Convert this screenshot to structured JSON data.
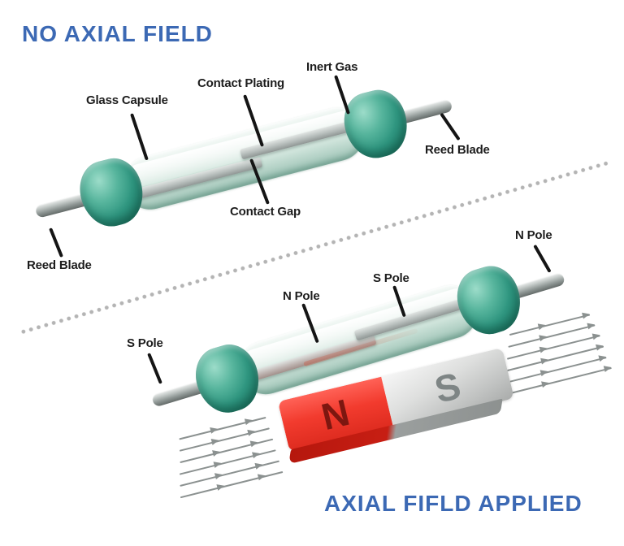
{
  "titles": {
    "top": "NO AXIAL FIELD",
    "bottom": "AXIAL FIFLD APPLIED"
  },
  "labels": {
    "glass_capsule": "Glass Capsule",
    "contact_plating": "Contact Plating",
    "inert_gas": "Inert Gas",
    "reed_blade_right": "Reed Blade",
    "contact_gap": "Contact Gap",
    "reed_blade_left": "Reed Blade",
    "s_pole_left": "S Pole",
    "n_pole_middle": "N Pole",
    "s_pole_middle": "S Pole",
    "n_pole_right": "N Pole"
  },
  "magnet": {
    "north_label": "N",
    "south_label": "S"
  },
  "colors": {
    "title_blue": "#3c69b4",
    "label_black": "#1d1d1d",
    "seal_teal": "#2f9680",
    "glass_body": "#d8eae3",
    "magnet_red": "#f23b2e",
    "magnet_silver": "#c9cbca",
    "field_line_gray": "#8b9190",
    "divider_dot_gray": "#b4b4b4"
  }
}
